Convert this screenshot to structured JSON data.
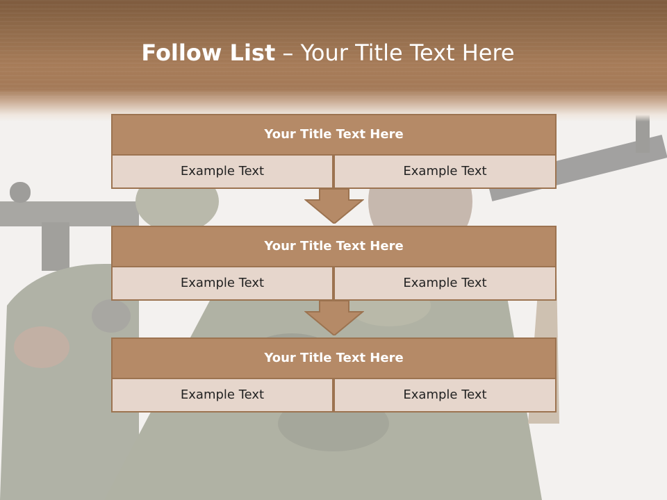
{
  "slide": {
    "title_bold": "Follow List",
    "title_rest": " – Your Title Text Here"
  },
  "steps": [
    {
      "title": "Your Title Text Here",
      "left": "Example Text",
      "right": "Example Text"
    },
    {
      "title": "Your Title Text Here",
      "left": "Example Text",
      "right": "Example Text"
    },
    {
      "title": "Your Title Text Here",
      "left": "Example Text",
      "right": "Example Text"
    }
  ],
  "colors": {
    "header_brown": "#8f6a4a",
    "block_title": "#b58a67",
    "block_border": "#9c7350",
    "cell_fill": "#e6d6cc",
    "arrow_fill": "#b58a67"
  }
}
